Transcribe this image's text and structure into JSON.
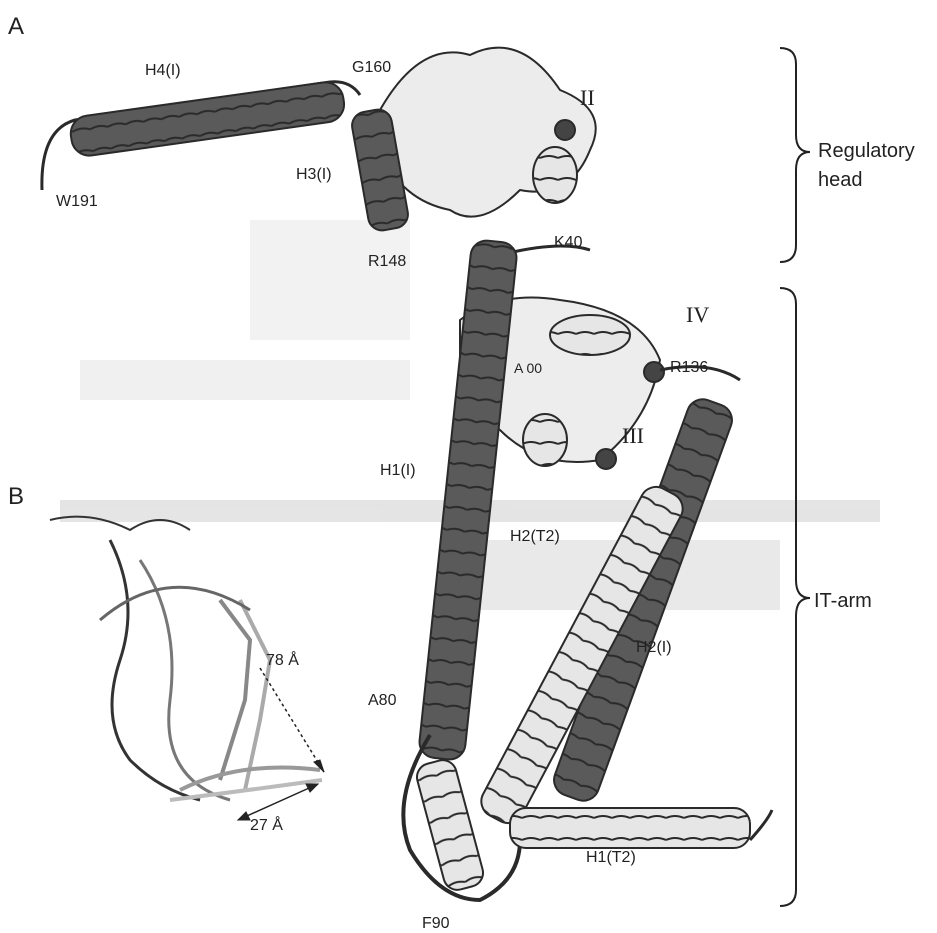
{
  "panels": {
    "a": "A",
    "b": "B"
  },
  "domains": {
    "regulatory": "Regulatory",
    "regulatory2": "head",
    "itarm": "IT-arm"
  },
  "numerals": {
    "ii": "II",
    "iii": "III",
    "iv": "IV"
  },
  "residues": {
    "w191": "W191",
    "g160": "G160",
    "r148": "R148",
    "k40": "K40",
    "r136": "R136",
    "a00": "A 00",
    "a80": "A80",
    "f90": "F90"
  },
  "helices": {
    "h4": "H4(I)",
    "h3": "H3(I)",
    "h1i": "H1(I)",
    "h2t2": "H2(T2)",
    "h2i": "H2(I)",
    "h1t2": "H1(T2)"
  },
  "measures": {
    "d78": "78 Å",
    "d27": "27 Å"
  },
  "colors": {
    "dark": "#4a4a4a",
    "light": "#d9d9d9",
    "outline": "#2a2a2a",
    "haze": "#c8c8c8"
  }
}
